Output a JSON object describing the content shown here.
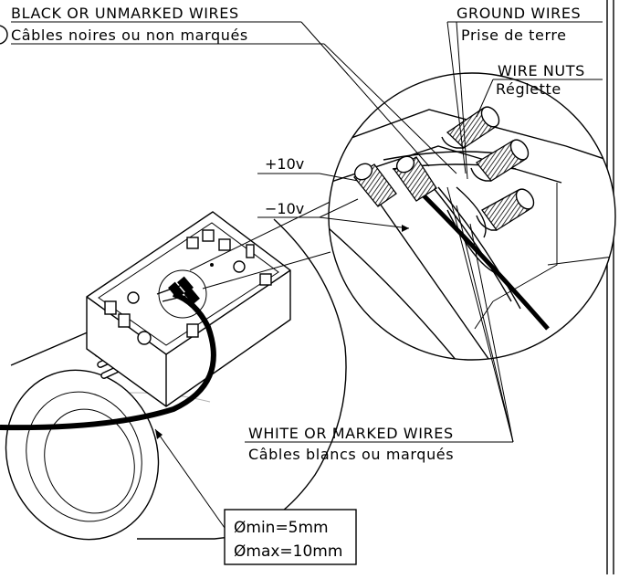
{
  "labels": {
    "black_wires_en": "BLACK OR UNMARKED WIRES",
    "black_wires_fr": "Câbles noires ou non marqués",
    "ground_wires_en": "GROUND WIRES",
    "ground_wires_fr": "Prise de terre",
    "wire_nuts_en": "WIRE NUTS",
    "wire_nuts_fr": "Réglette",
    "plus_10v": "+10v",
    "minus_10v": "−10v",
    "white_wires_en": "WHITE OR MARKED WIRES",
    "white_wires_fr": "Câbles blancs ou marqués",
    "dia_min": "Ømin=5mm",
    "dia_max": "Ømax=10mm"
  },
  "colors": {
    "line": "#000000",
    "background": "#ffffff"
  }
}
